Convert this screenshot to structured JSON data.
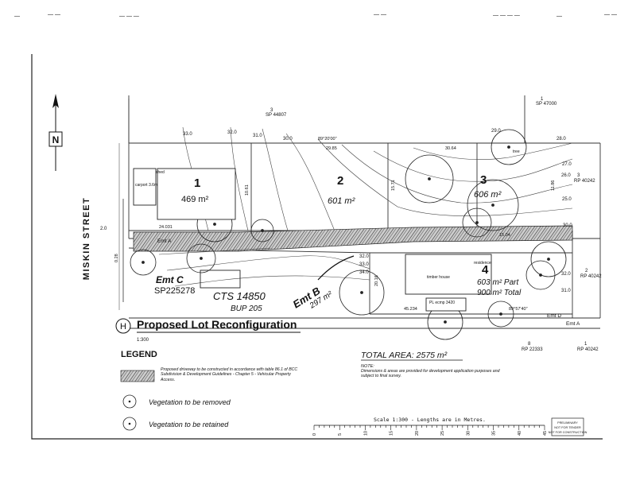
{
  "top_margin": [
    "—",
    "— —",
    "— — —",
    "— —",
    "— — — —",
    "—",
    "— —"
  ],
  "north_label": "N",
  "street_label": "MISKIN STREET",
  "lots": [
    {
      "number": "1",
      "area": "469 m²"
    },
    {
      "number": "2",
      "area": "601 m²"
    },
    {
      "number": "3",
      "area": "606 m²"
    },
    {
      "number": "4",
      "area_part": "603 m² Part",
      "area_total": "900 m² Total"
    }
  ],
  "easements": {
    "emt_b": "Emt B",
    "emt_b_area": "297 m²",
    "emt_c": "Emt C",
    "emt_c_plan": "SP225278",
    "emt_a_small": "Emt A",
    "emt_d_small": "Emt D",
    "emt_a_right": "Emt A"
  },
  "cts": "CTS 14850",
  "bup": "BUP 205",
  "adjacent": {
    "top_lot": "3",
    "top_plan": "SP 44807",
    "top_right_lot": "1",
    "top_right_plan": "SP 47000",
    "right_lot_3": "3",
    "right_plan_3": "RP 40242",
    "right_lot_2": "2",
    "right_plan_2": "RP 40242",
    "bottom_lot_8": "8",
    "bottom_plan_8": "RP 22333",
    "bottom_lot_1": "1",
    "bottom_plan_1": "RP 40242"
  },
  "dimensions": {
    "top_bearing": "89°20'00\"",
    "top_len": "29.85",
    "top_right_len": "30.64",
    "mid_len": "24.031",
    "bottom_len": "45.234",
    "bottom_bearing": "89°57'40\"",
    "lot4_left": "20.16",
    "lot3_side": "11.86",
    "lot1_side": "10.61",
    "lot2_side": "15.71",
    "lot3_bottom": "15.04",
    "road_w": "0.28"
  },
  "contours": [
    "33.0",
    "32.0",
    "31.0",
    "30.0",
    "29.0",
    "28.0",
    "27.0",
    "26.0",
    "25.0",
    "30.0",
    "34.0",
    "33.0",
    "32.0",
    "31.0",
    "32.0"
  ],
  "contour_left": "2.0",
  "annotations": {
    "carport": "carport 3.6m",
    "house": "residence",
    "timber_house": "timber house",
    "tree": "tree",
    "existing_shed": "shed",
    "pl_ecmp": "PL ecmp\n3420"
  },
  "title": {
    "marker": "H",
    "text": "Proposed Lot Reconfiguration",
    "scale": "1:300"
  },
  "legend": {
    "heading": "LEGEND",
    "driveway": "Proposed driveway to be constructed in accordance with table 86.1 of BCC Subdivision & Development Guidelines - Chapter 5 - Vehicular Property Access.",
    "removed": "Vegetation to be removed",
    "retained": "Vegetation to be retained"
  },
  "total_area": "TOTAL AREA: 2575 m²",
  "note_heading": "NOTE:",
  "note_text": "Dimensions & areas are provided for development application purposes and subject to final survey.",
  "scale_bar": {
    "label": "Scale 1:300 - Lengths are in Metres.",
    "ticks": [
      "0",
      "5",
      "10",
      "15",
      "20",
      "25",
      "30",
      "35",
      "40",
      "45"
    ]
  },
  "stamp": [
    "PRELIMINARY",
    "NOT FOR TENDER",
    "NOT FOR CONSTRUCTION"
  ]
}
